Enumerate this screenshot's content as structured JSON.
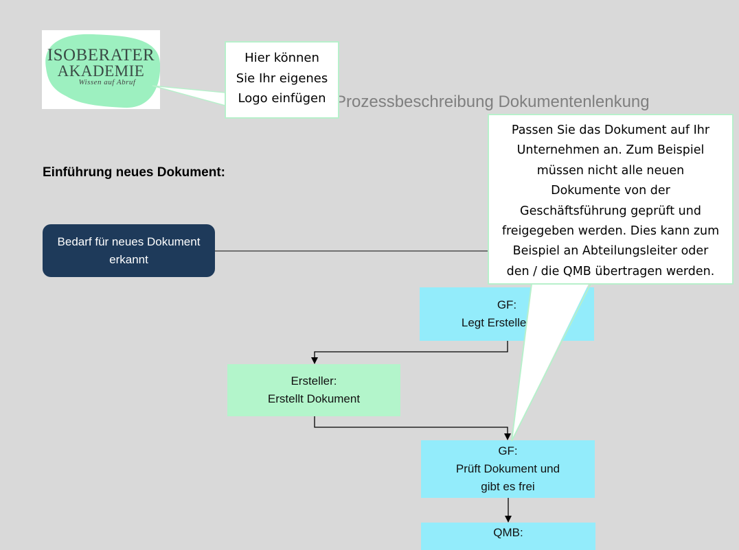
{
  "logo": {
    "line1": "ISOBERATER",
    "line2": "AKADEMIE",
    "tagline": "Wissen auf Abruf"
  },
  "callout_logo": {
    "lines": [
      "Hier können",
      "Sie Ihr eigenes",
      "Logo einfügen"
    ]
  },
  "document_title": "Prozessbeschreibung Dokumentenlenkung",
  "callout_doc": {
    "lines": [
      "Passen Sie das Dokument auf Ihr",
      "Unternehmen an. Zum Beispiel",
      "müssen nicht alle neuen",
      "Dokumente von der",
      "Geschäftsführung geprüft und",
      "freigegeben werden. Dies kann zum",
      "Beispiel an Abteilungsleiter oder",
      "den / die QMB übertragen werden."
    ]
  },
  "section_heading": "Einführung neues Dokument:",
  "flow": {
    "start": {
      "line1": "Bedarf für neues Dokument",
      "line2": "erkannt"
    },
    "gf_assign": {
      "role": "GF:",
      "task": "Legt Ersteller fest"
    },
    "ersteller": {
      "role": "Ersteller:",
      "task": "Erstellt Dokument"
    },
    "gf_review": {
      "role": "GF:",
      "task_line1": "Prüft Dokument und",
      "task_line2": "gibt es frei"
    },
    "qmb": {
      "role": "QMB:"
    }
  },
  "colors": {
    "background": "#d9d9d9",
    "start_box": "#1e3a5a",
    "gf_box": "#93ecfb",
    "ersteller_box": "#b3f5cb",
    "callout_border": "#b7f0cb",
    "logo_blob": "#9df0c0",
    "title_text": "#7f7f7f"
  }
}
